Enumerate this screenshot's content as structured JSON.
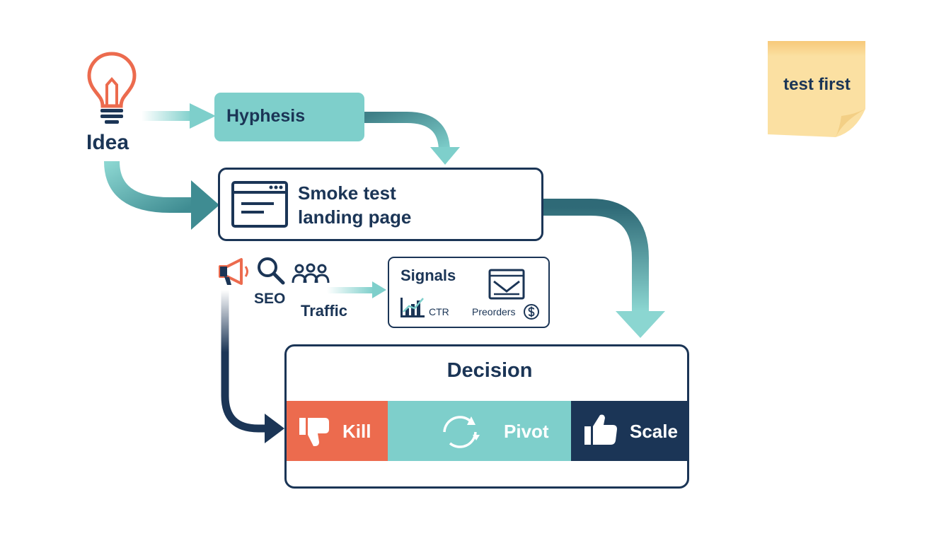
{
  "idea": {
    "label": "Idea",
    "icon": "lightbulb-icon"
  },
  "hypothesis": {
    "label": "Hyphesis"
  },
  "smoke_test": {
    "line1": "Smoke test",
    "line2": "landing page",
    "icon": "browser-window-icon"
  },
  "traffic": {
    "seo_label": "SEO",
    "traffic_label": "Traffic",
    "icons": [
      "megaphone-icon",
      "magnifier-icon",
      "people-icon"
    ]
  },
  "signals": {
    "title": "Signals",
    "ctr_label": "CTR",
    "preorders_label": "Preorders",
    "icons": [
      "bar-chart-icon",
      "envelope-icon",
      "dollar-coin-icon"
    ]
  },
  "decision": {
    "title": "Decision",
    "options": [
      {
        "label": "Kill",
        "icon": "thumbs-down-icon",
        "color": "#ec6b4e"
      },
      {
        "label": "Pivot",
        "icon": "rotate-arrows-icon",
        "color": "#7ecfcb"
      },
      {
        "label": "Scale",
        "icon": "thumbs-up-icon",
        "color": "#1b3556"
      }
    ]
  },
  "sticky_note": {
    "text": "test first",
    "color": "#fbe0a2"
  },
  "colors": {
    "navy": "#1b3556",
    "teal": "#7ecfcb",
    "coral": "#ec6b4e"
  }
}
